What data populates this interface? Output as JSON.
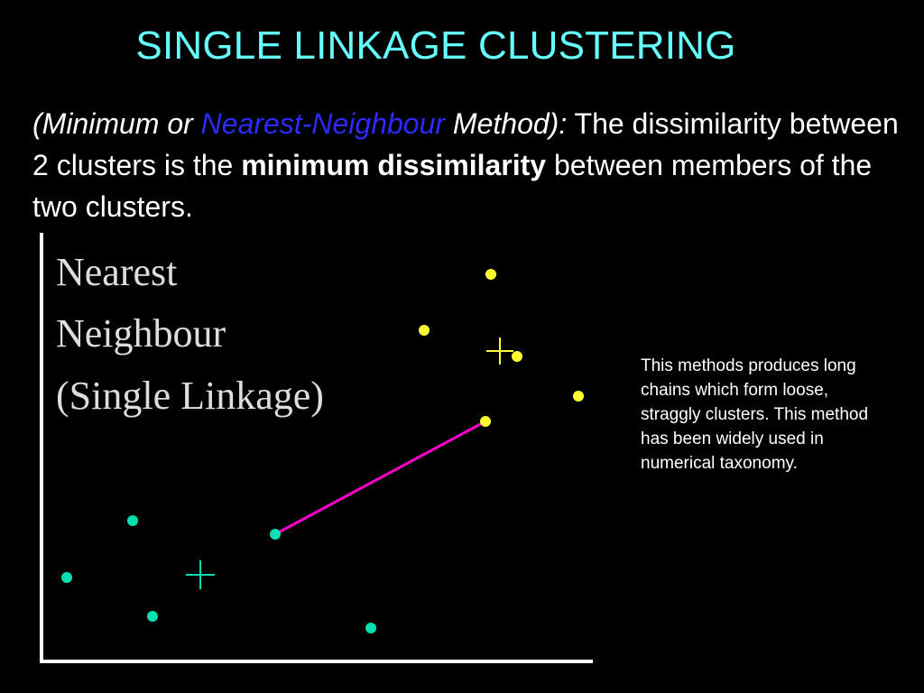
{
  "title": "SINGLE LINKAGE CLUSTERING",
  "lead": {
    "open": "(Minimum or ",
    "highlight": "Nearest-Neighbour",
    "close": " Method):",
    "text_1": " The dissimilarity between 2 clusters is the ",
    "bold_1": "minimum dissimilarity",
    "text_2": " between members of the two clusters."
  },
  "diagram": {
    "label_lines": [
      "Nearest",
      "Neighbour",
      "(Single Linkage)"
    ],
    "colors": {
      "cyan_cluster": "#00e0b0",
      "yellow_cluster": "#ffff33",
      "link": "#ff00cc",
      "axes": "#ffffff"
    }
  },
  "side_note": "This methods produces long chains which form loose, straggly clusters. This method has been widely used in numerical taxonomy."
}
